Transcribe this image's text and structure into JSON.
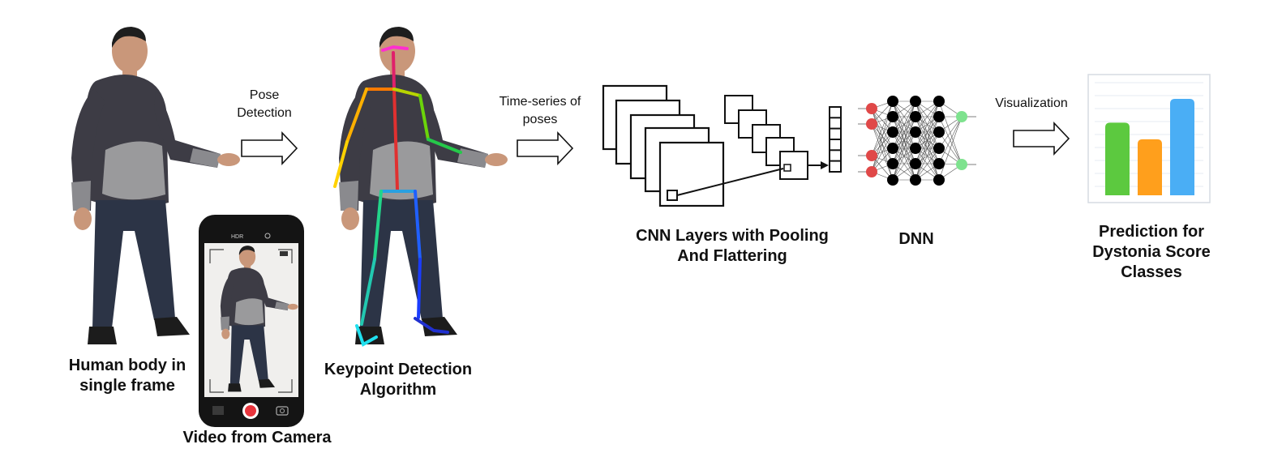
{
  "labels": {
    "human_body": "Human body in single frame",
    "video_camera": "Video from Camera",
    "pose_detection": "Pose Detection",
    "keypoint": "Keypoint Detection Algorithm",
    "time_series": "Time-series of poses",
    "cnn": "CNN Layers with Pooling And Flattering",
    "dnn": "DNN",
    "visualization": "Visualization",
    "prediction": "Prediction for Dystonia Score Classes"
  },
  "phone": {
    "hdr_text": "HDR"
  },
  "colors": {
    "hoodie": "#3d3c45",
    "hoodie_pocket": "#9a9a9c",
    "jeans": "#2c3446",
    "skin": "#c9977a",
    "record_red": "#e8343c",
    "input_node": "#e04848",
    "hidden_node": "#000000",
    "output_node": "#7ee28e",
    "bar_green": "#5cc93f",
    "bar_orange": "#ff9f1c",
    "bar_blue": "#4aaef5"
  },
  "bars": [
    {
      "color": "green",
      "value": 0.7
    },
    {
      "color": "orange",
      "value": 0.54
    },
    {
      "color": "blue",
      "value": 0.93
    }
  ]
}
